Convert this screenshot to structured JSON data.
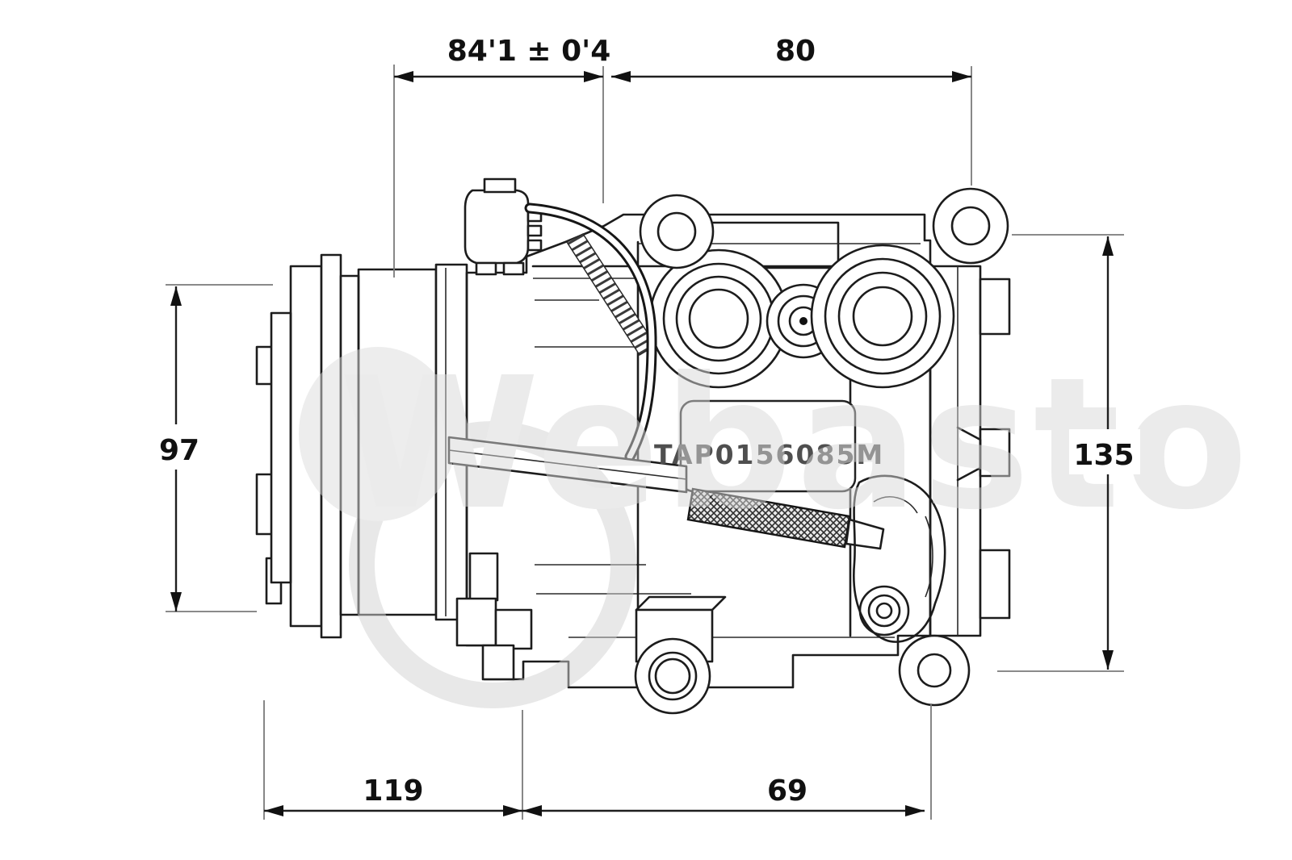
{
  "drawing": {
    "type": "technical line drawing of an automotive A/C compressor, side view with pulley",
    "background_color": "#ffffff",
    "line_color": "#1c1c1c"
  },
  "watermark": {
    "text": "Webasto",
    "color": "#d8d8d8"
  },
  "part_label": {
    "code": "TAP0156085M",
    "color": "#4f4f4f"
  },
  "dimensions": {
    "top_width": "84'1 ± 0'4",
    "top_right_width": "80",
    "left_height": "97",
    "right_height": "135",
    "bottom_left_width": "119",
    "bottom_right_width": "69"
  }
}
